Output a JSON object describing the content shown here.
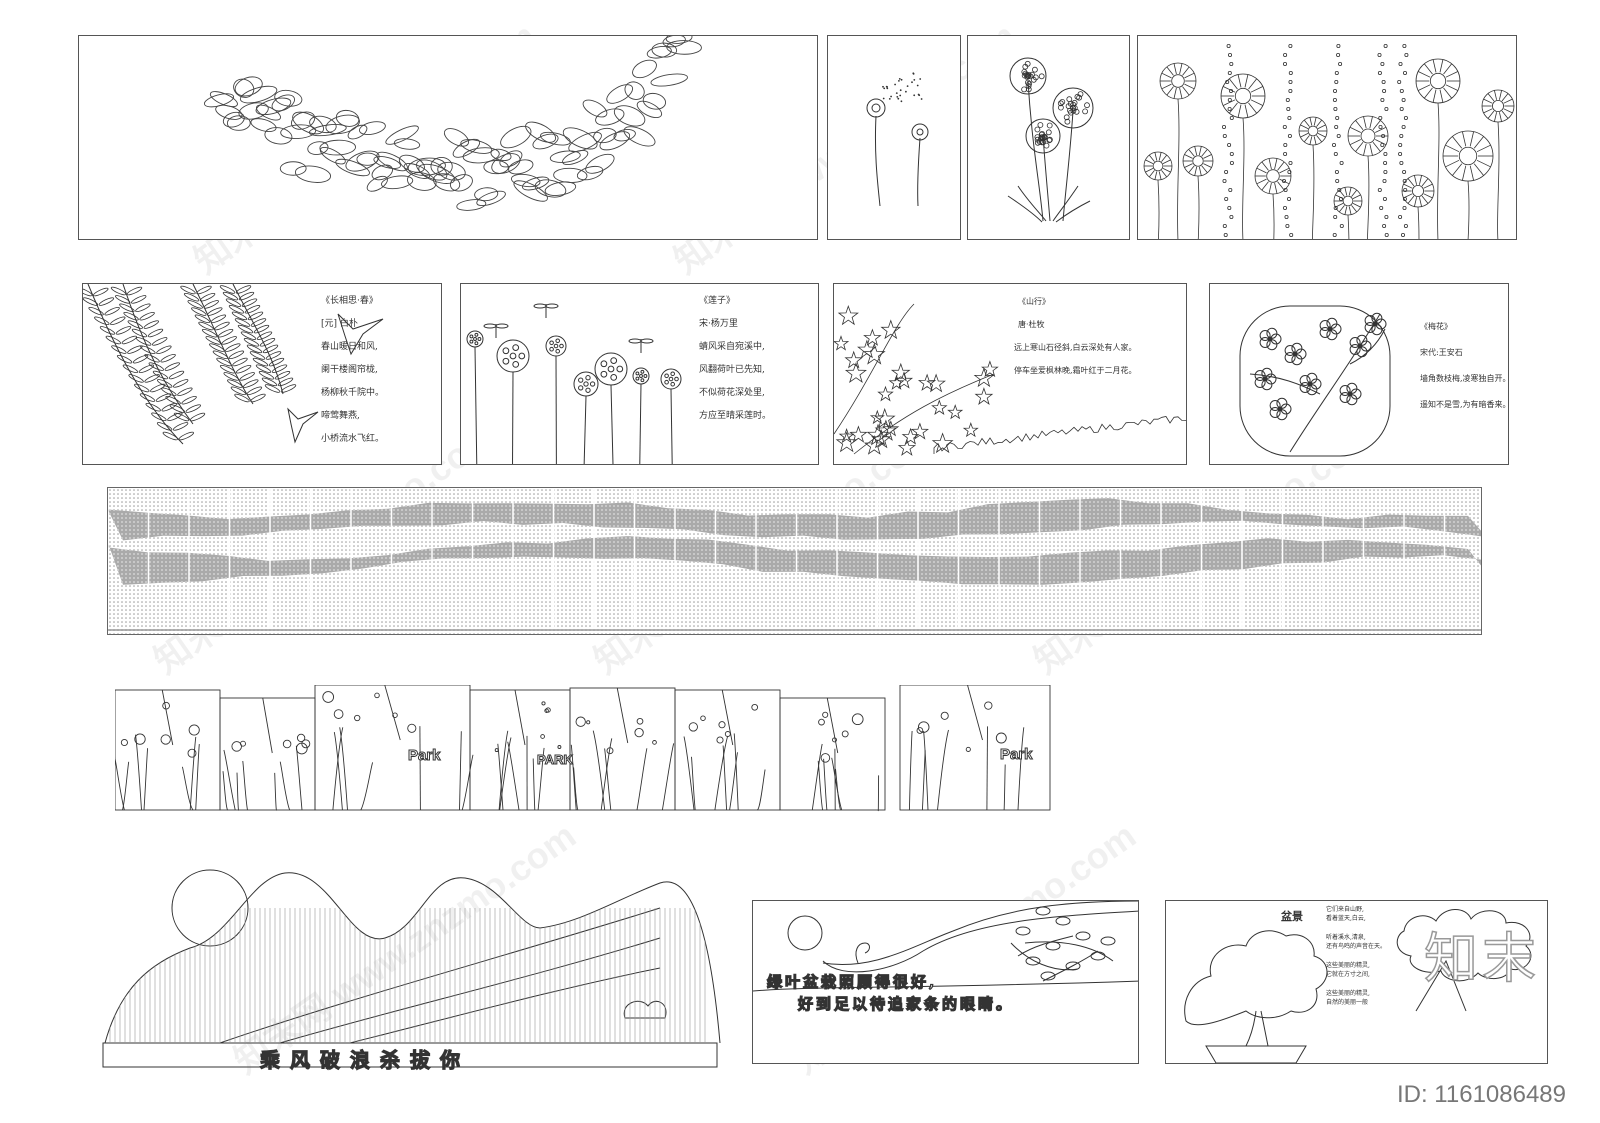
{
  "poems": {
    "willow": {
      "title": "《长相思·春》",
      "lines": [
        "[元] 白朴",
        "春山暖日和风,",
        "阑干楼阁帘栊,",
        "杨柳秋千院中。",
        "啼莺舞燕,",
        "小桥流水飞红。"
      ]
    },
    "lotus": {
      "title": "《莲子》",
      "lines": [
        "宋·杨万里",
        "蜻风采自宛溪中,",
        "风翻荷叶已先知,",
        "不似荷花深处里,",
        "方应至晴采莲时。"
      ]
    },
    "maple": {
      "title": "《山行》",
      "lines": [
        "唐·杜牧",
        "远上寒山石径斜,白云深处有人家。",
        "停车坐爱枫林晚,霜叶红于二月花。"
      ]
    },
    "plum": {
      "title": "《梅花》",
      "lines": [
        "宋代:王安石",
        "墙角数枝梅,凌寒独自开。",
        "遥知不是雪,为有暗香来。"
      ]
    },
    "bonsai": {
      "title": "盆景",
      "lines": [
        "它们来自山野,",
        "看着蓝天,白云,",
        "听着溪水,清泉,",
        "还有鸟鸣的声音在天。",
        "这些美丽的精灵,",
        "它就在方寸之间,",
        "这些美丽的精灵,",
        "自然的美丽一般"
      ]
    }
  },
  "walls": {
    "park_labels": [
      "Park",
      "PARK",
      "Park"
    ],
    "mountain_slogan": "乘风破浪杀拔你",
    "bonsai_slogan_line1": "绿叶盆栽照顾得很好,",
    "bonsai_slogan_line2": "好到足以待追家条的眼睛。"
  },
  "branding": {
    "watermark": "知末网 www.znzmo.com",
    "logo": "知末",
    "image_id": "ID: 1161086489"
  }
}
